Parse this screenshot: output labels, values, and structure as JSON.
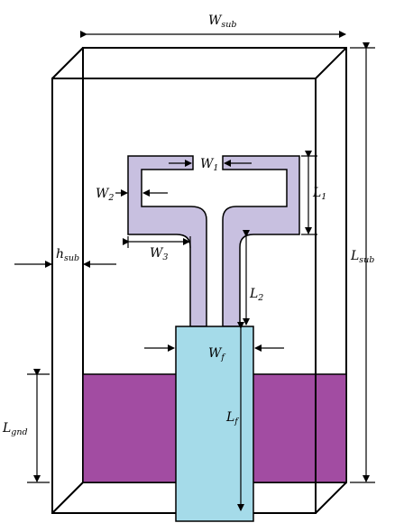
{
  "labels": {
    "w_sub": {
      "main": "W",
      "sub": "sub"
    },
    "l_sub": {
      "main": "L",
      "sub": "sub"
    },
    "h_sub": {
      "main": "h",
      "sub": "sub"
    },
    "l_gnd": {
      "main": "L",
      "sub": "gnd"
    },
    "w1": {
      "main": "W",
      "sub": "1"
    },
    "w2": {
      "main": "W",
      "sub": "2"
    },
    "w3": {
      "main": "W",
      "sub": "3"
    },
    "l1": {
      "main": "L",
      "sub": "1"
    },
    "l2": {
      "main": "L",
      "sub": "2"
    },
    "wf": {
      "main": "W",
      "sub": "f"
    },
    "lf": {
      "main": "L",
      "sub": "f"
    }
  },
  "colors": {
    "ground_plane": "#a24ca2",
    "feed_line": "#a5dbe9",
    "radiator": "#c8c0e0",
    "outline": "#000000",
    "background": "#ffffff"
  }
}
